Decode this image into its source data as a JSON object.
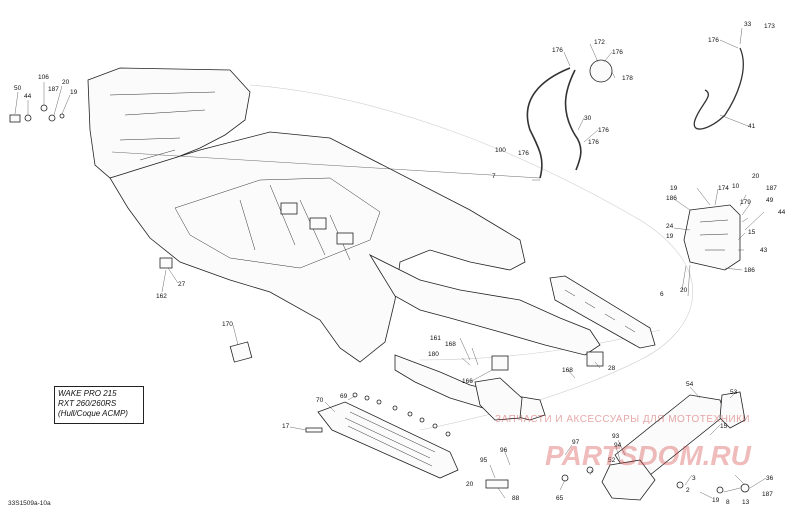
{
  "model_box": {
    "line1": "WAKE PRO 215",
    "line2": "RXT 260/260RS",
    "line3": "(Hull/Coque ACMP)"
  },
  "document_code": "33S1509a-10a",
  "watermark": {
    "top_text": "ЗАПЧАСТИ И АКСЕССУАРЫ ДЛЯ МОТОТЕХНИКИ",
    "brand": "PARTSDOM.RU"
  },
  "labels": {
    "l50": "50",
    "l44a": "44",
    "l106": "106",
    "l20a": "20",
    "l187a": "187",
    "l19a": "19",
    "l176a": "176",
    "l172": "172",
    "l176b": "176",
    "l178": "178",
    "l33": "33",
    "l173": "173",
    "l176c": "176",
    "l41": "41",
    "l30": "30",
    "l176d": "176",
    "l176e": "176",
    "l100": "100",
    "l176f": "176",
    "l7": "7",
    "l19b": "19",
    "l174": "174",
    "l10": "10",
    "l20b": "20",
    "l186a": "186",
    "l187b": "187",
    "l179": "179",
    "l49": "49",
    "l44b": "44",
    "l24": "24",
    "l19c": "19",
    "l15": "15",
    "l43": "43",
    "l186b": "186",
    "l6a": "6",
    "l20c": "20",
    "l27": "27",
    "l162": "162",
    "l170": "170",
    "l161": "161",
    "l168a": "168",
    "l180": "180",
    "l166": "166",
    "l168b": "168",
    "l28": "28",
    "l70": "70",
    "l69": "69",
    "l17": "17",
    "l54": "54",
    "l53": "53",
    "l52": "52",
    "l93": "93",
    "l94": "94",
    "l15b": "15",
    "l3": "3",
    "l19d": "19",
    "l2": "2",
    "l36": "36",
    "l8": "8",
    "l13": "13",
    "l187c": "187",
    "l96": "96",
    "l95": "95",
    "l20d": "20",
    "l97": "97",
    "l65": "65",
    "l88": "88"
  }
}
